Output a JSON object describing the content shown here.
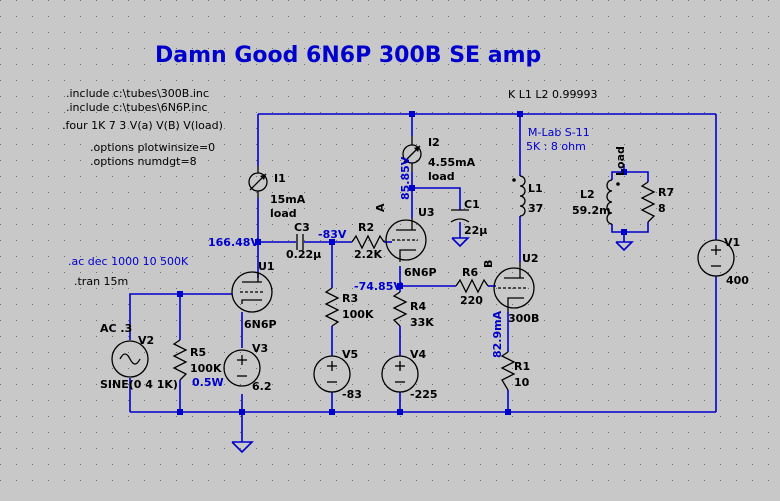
{
  "title": "Damn Good 6N6P 300B SE amp",
  "directives": {
    "include1": ".include c:\\tubes\\300B.inc",
    "include2": ".include c:\\tubes\\6N6P.inc",
    "four": ".four 1K 7 3 V(a) V(B) V(load)",
    "opt1": ".options plotwinsize=0",
    "opt2": ".options numdgt=8",
    "ac": ".ac dec 1000 10 500K",
    "tran": ".tran 15m",
    "coupling": "K L1 L2 0.99993"
  },
  "components": {
    "I1": {
      "name": "I1",
      "value1": "15mA",
      "value2": "load"
    },
    "I2": {
      "name": "I2",
      "value1": "4.55mA",
      "value2": "load"
    },
    "C3": {
      "name": "C3",
      "value": "0.22µ"
    },
    "C1": {
      "name": "C1",
      "value": "22µ"
    },
    "R2": {
      "name": "R2",
      "value": "2.2K"
    },
    "R3": {
      "name": "R3",
      "value": "100K"
    },
    "R4": {
      "name": "R4",
      "value": "33K"
    },
    "R5": {
      "name": "R5",
      "value": "100K",
      "note": "0.5W"
    },
    "R6": {
      "name": "R6",
      "value": "220"
    },
    "R1": {
      "name": "R1",
      "value": "10"
    },
    "R7": {
      "name": "R7",
      "value": "8"
    },
    "L1": {
      "name": "L1",
      "value": "37"
    },
    "L2": {
      "name": "L2",
      "value": "59.2m"
    },
    "U1": {
      "name": "U1",
      "model": "6N6P"
    },
    "U2": {
      "name": "U2",
      "model": "300B"
    },
    "U3": {
      "name": "U3",
      "model": "6N6P"
    },
    "V1": {
      "name": "V1",
      "value": "400"
    },
    "V2": {
      "name": "V2",
      "value": "SINE(0 4 1K)",
      "ac": "AC .3"
    },
    "V3": {
      "name": "V3",
      "value": "6.2"
    },
    "V4": {
      "name": "V4",
      "value": "-225"
    },
    "V5": {
      "name": "V5",
      "value": "-83"
    }
  },
  "nodes": {
    "load": "Load",
    "a": "A",
    "b": "B"
  },
  "annotations": {
    "transformer1": "M-Lab S-11",
    "transformer2": "5K : 8 ohm",
    "n_u1_plate": "166.48V",
    "n_u3_grid": "-83V",
    "n_u3_plate": "85.85V",
    "n_u3_cathode": "-74.85V",
    "n_u2_cathode": "82.9mA"
  },
  "colors": {
    "background": "#c8c8c8",
    "wire": "#0000cc",
    "title": "#0000cc"
  }
}
